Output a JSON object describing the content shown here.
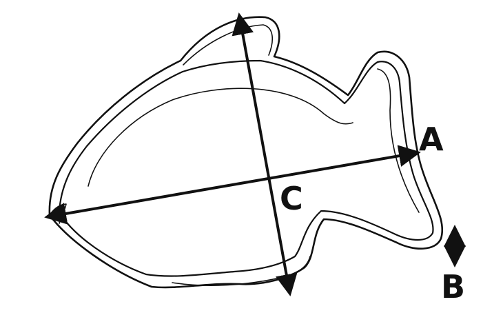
{
  "labels": {
    "a": "A",
    "b": "B",
    "c": "C"
  },
  "colors": {
    "stroke": "#111111",
    "background": "#ffffff"
  }
}
